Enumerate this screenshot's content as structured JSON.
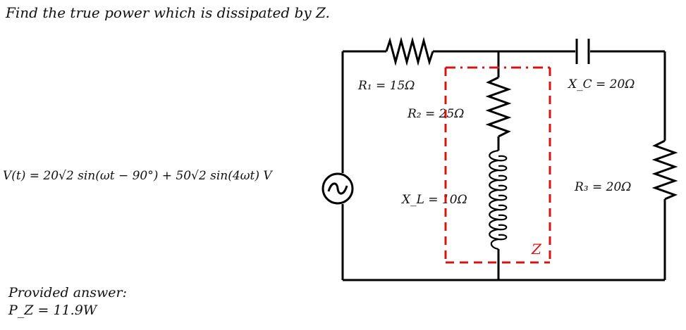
{
  "question": "Find the true power which is dissipated by Z.",
  "source": {
    "equation": "V(t) = 20√2 sin(ωt − 90°) + 50√2 sin(4ωt) V",
    "symbol": "~"
  },
  "components": {
    "r1": "R₁ = 15Ω",
    "r2": "R₂ = 25Ω",
    "r3": "R₃ = 20Ω",
    "xl": "X_L = 10Ω",
    "xc": "X_C = 20Ω"
  },
  "z_label": "Z",
  "answer": {
    "label": "Provided answer:",
    "value": "P_Z = 11.9W"
  },
  "colors": {
    "wire": "#000000",
    "z_box": "#d41515",
    "text": "#111111"
  }
}
